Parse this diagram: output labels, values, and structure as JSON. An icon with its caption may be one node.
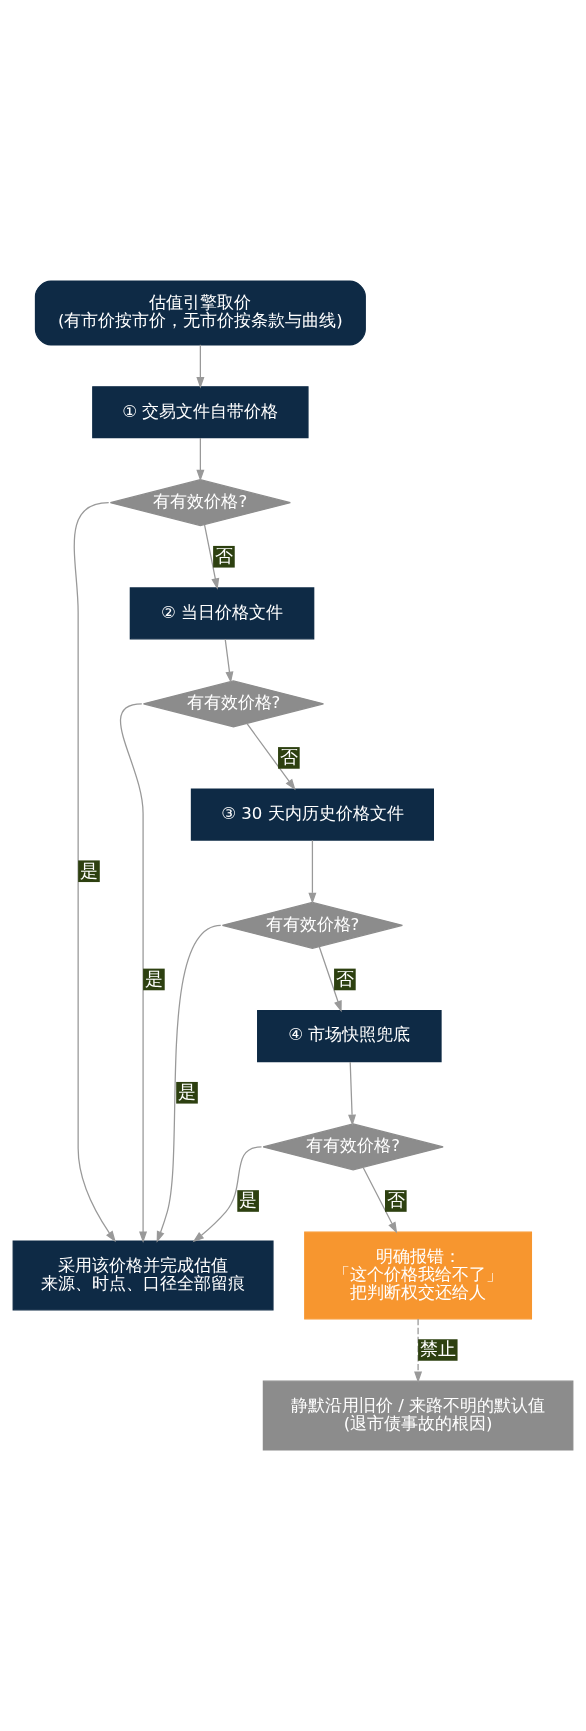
{
  "diagram": {
    "nodes": [
      {
        "text": [
          "估值引擎取价",
          "(有市价按市价，无市价按条款与曲线)"
        ]
      },
      {
        "text": [
          "① 交易文件自带价格"
        ]
      },
      {
        "text": [
          "有有效价格?"
        ]
      },
      {
        "text": [
          "② 当日价格文件"
        ]
      },
      {
        "text": [
          "有有效价格?"
        ]
      },
      {
        "text": [
          "③ 30 天内历史价格文件"
        ]
      },
      {
        "text": [
          "有有效价格?"
        ]
      },
      {
        "text": [
          "④ 市场快照兜底"
        ]
      },
      {
        "text": [
          "有有效价格?"
        ]
      },
      {
        "text": [
          "采用该价格并完成估值",
          "来源、时点、口径全部留痕"
        ]
      },
      {
        "text": [
          "明确报错：",
          "「这个价格我给不了」",
          "把判断权交还给人"
        ]
      },
      {
        "text": [
          "静默沿用旧价 / 来路不明的默认值",
          "(退市债事故的根因)"
        ]
      }
    ],
    "edges": [
      {
        "from": 0,
        "to": 1,
        "arrow": "to"
      },
      {
        "from": 1,
        "to": 2,
        "arrow": "to"
      },
      {
        "from": 2,
        "to": 9,
        "arrow": "to",
        "label": "是"
      },
      {
        "from": 2,
        "to": 3,
        "arrow": "to",
        "label": "否"
      },
      {
        "from": 3,
        "to": 4,
        "arrow": "to"
      },
      {
        "from": 4,
        "to": 9,
        "arrow": "to",
        "label": "是"
      },
      {
        "from": 4,
        "to": 5,
        "arrow": "to",
        "label": "否"
      },
      {
        "from": 5,
        "to": 6,
        "arrow": "to"
      },
      {
        "from": 6,
        "to": 9,
        "arrow": "to",
        "label": "是"
      },
      {
        "from": 6,
        "to": 7,
        "arrow": "to",
        "label": "否"
      },
      {
        "from": 7,
        "to": 8,
        "arrow": "to"
      },
      {
        "from": 8,
        "to": 9,
        "arrow": "to",
        "label": "是"
      },
      {
        "from": 8,
        "to": 10,
        "arrow": "to",
        "label": "否"
      },
      {
        "from": 10,
        "to": 11,
        "arrow": "to",
        "label": "禁止",
        "style": "dashed"
      }
    ]
  }
}
